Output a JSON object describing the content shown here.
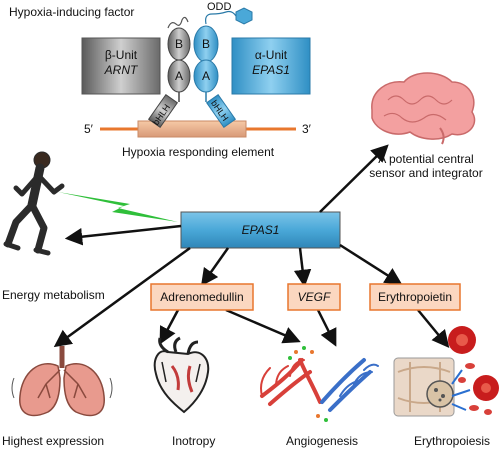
{
  "factor": {
    "title": "Hypoxia-inducing factor",
    "odd_label": "ODD",
    "beta_unit_line1": "β-Unit",
    "beta_unit_line2": "ARNT",
    "alpha_unit_line1": "α-Unit",
    "alpha_unit_line2": "EPAS1",
    "domain_b": "B",
    "domain_a": "A",
    "bhlh": "bHLH",
    "five_prime": "5′",
    "three_prime": "3′",
    "element_label": "Hypoxia responding element"
  },
  "center": {
    "gene": "EPAS1"
  },
  "targets": {
    "adrenomedullin": "Adrenomedullin",
    "vegf": "VEGF",
    "erythropoietin": "Erythropoietin"
  },
  "outcomes": {
    "energy": "Energy metabolism",
    "brain_line1": "A potential central",
    "brain_line2": "sensor and integrator",
    "lungs": "Highest expression",
    "heart": "Inotropy",
    "vessels": "Angiogenesis",
    "blood": "Erythropoiesis"
  },
  "colors": {
    "blue": "#4aa8d8",
    "gray": "#8a8a8a",
    "orange_line": "#e8772e",
    "box_fill": "#fbd7c0",
    "box_border": "#e8772e",
    "lightning": "#2fbf3a",
    "lung": "#e89a8e",
    "brain": "#f3a0a0"
  }
}
